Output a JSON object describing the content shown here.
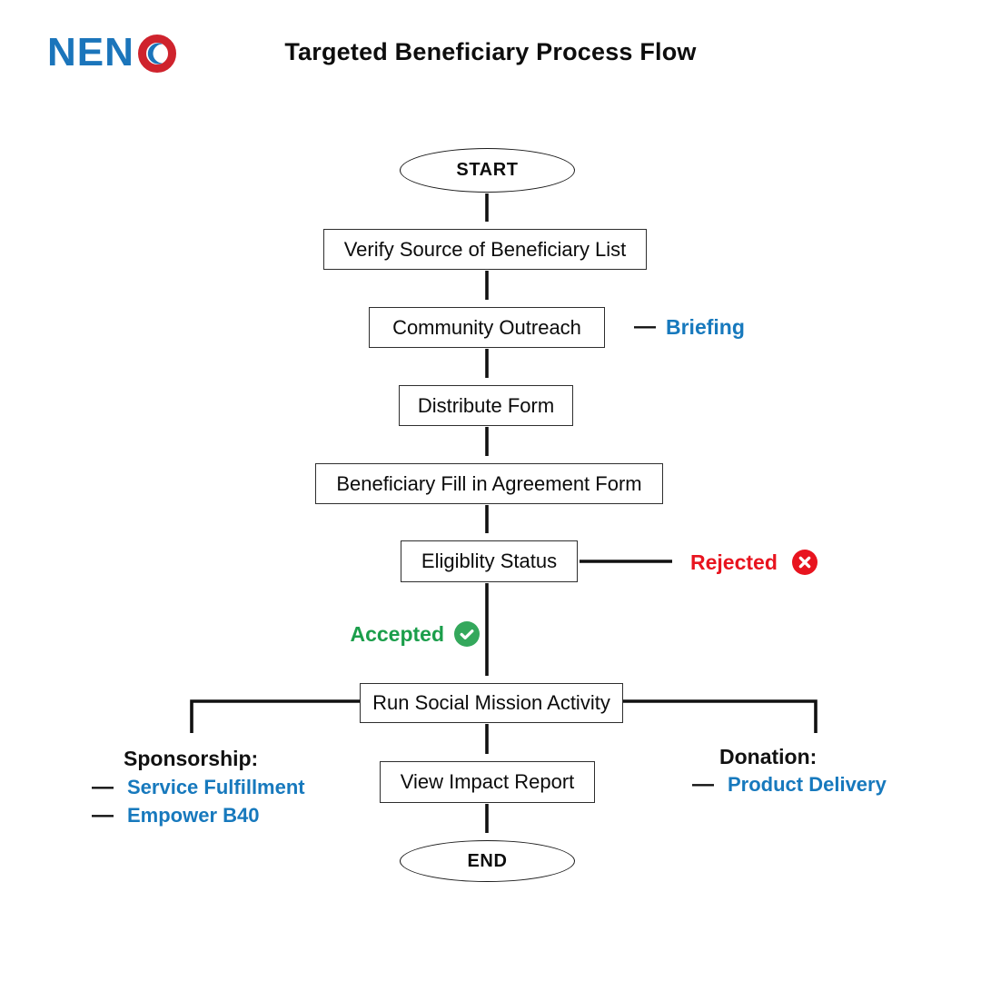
{
  "logo": {
    "text": "NEN"
  },
  "header": {
    "title": "Targeted Beneficiary Process Flow"
  },
  "colors": {
    "logo_blue": "#1b75bb",
    "logo_red": "#cf232d",
    "link_blue": "#1779bd",
    "rejected_red": "#e8141f",
    "accepted_green": "#1b9e4b",
    "accepted_icon_green": "#34a85c",
    "line_black": "#111111"
  },
  "flow": {
    "start_label": "START",
    "steps": [
      "Verify Source of Beneficiary List",
      "Community Outreach",
      "Distribute Form",
      "Beneficiary Fill in Agreement Form",
      "Eligiblity Status",
      "Run Social Mission Activity",
      "View Impact Report"
    ],
    "end_label": "END"
  },
  "annotations": {
    "dash": "—",
    "briefing": "Briefing",
    "rejected": "Rejected",
    "accepted": "Accepted"
  },
  "branches": {
    "sponsorship": {
      "heading": "Sponsorship:",
      "items": [
        "Service Fulfillment",
        "Empower B40"
      ]
    },
    "donation": {
      "heading": "Donation:",
      "items": [
        "Product Delivery"
      ]
    }
  }
}
